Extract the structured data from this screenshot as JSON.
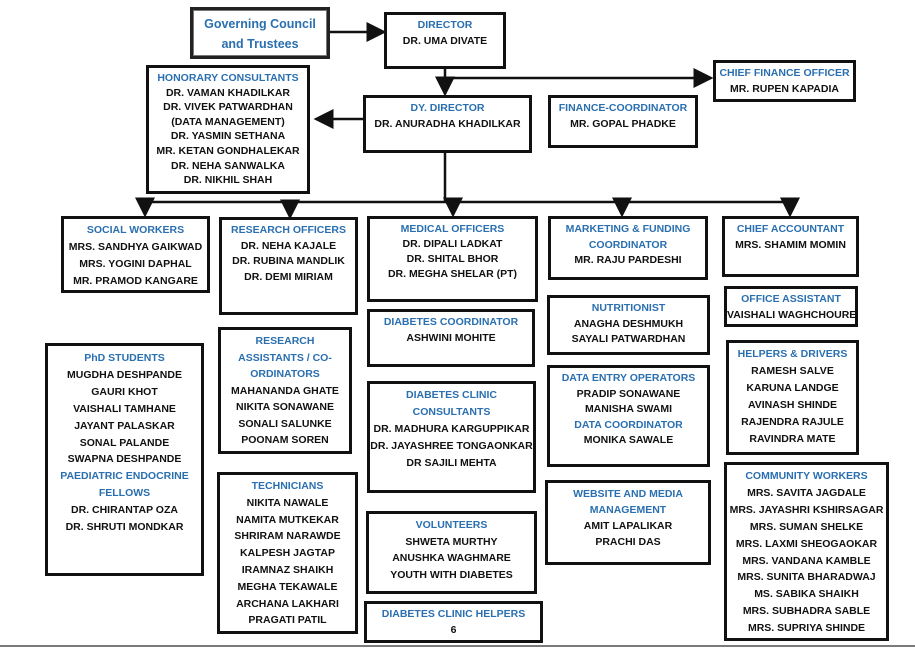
{
  "governing": {
    "title": [
      "Governing Council",
      "and Trustees"
    ]
  },
  "director": {
    "title": "DIRECTOR",
    "names": [
      "DR. UMA DIVATE"
    ]
  },
  "honorary": {
    "title": "HONORARY CONSULTANTS",
    "names": [
      "DR. VAMAN KHADILKAR",
      "DR. VIVEK PATWARDHAN",
      "(DATA MANAGEMENT)",
      "DR. YASMIN   SETHANA",
      "MR. KETAN GONDHALEKAR",
      "DR. NEHA SANWALKA",
      "DR. NIKHIL SHAH"
    ]
  },
  "dy_director": {
    "title": "DY. DIRECTOR",
    "names": [
      "DR. ANURADHA KHADILKAR"
    ]
  },
  "finance_coord": {
    "title": "FINANCE-COORDINATOR",
    "names": [
      "MR. GOPAL PHADKE"
    ]
  },
  "cfo": {
    "title": "CHIEF FINANCE OFFICER",
    "names": [
      "MR. RUPEN KAPADIA"
    ]
  },
  "social_workers": {
    "title": "SOCIAL WORKERS",
    "names": [
      "MRS. SANDHYA GAIKWAD",
      "MRS. YOGINI DAPHAL",
      "MR. PRAMOD KANGARE"
    ]
  },
  "research_officers": {
    "title": "RESEARCH OFFICERS",
    "names": [
      "DR. NEHA KAJALE",
      "DR. RUBINA MANDLIK",
      "DR. DEMI MIRIAM"
    ]
  },
  "medical_officers": {
    "title": "MEDICAL OFFICERS",
    "names": [
      "DR. DIPALI LADKAT",
      "DR. SHITAL BHOR",
      "DR. MEGHA SHELAR (PT)"
    ]
  },
  "marketing": {
    "title": [
      "MARKETING & FUNDING",
      "COORDINATOR"
    ],
    "names": [
      "MR. RAJU PARDESHI"
    ]
  },
  "chief_accountant": {
    "title": "CHIEF ACCOUNTANT",
    "names": [
      "MRS. SHAMIM MOMIN"
    ]
  },
  "diabetes_coord": {
    "title": "DIABETES COORDINATOR",
    "names": [
      "ASHWINI MOHITE"
    ]
  },
  "nutritionist": {
    "title": "NUTRITIONIST",
    "names": [
      "ANAGHA DESHMUKH",
      "SAYALI PATWARDHAN"
    ]
  },
  "office_assistant": {
    "title": "OFFICE ASSISTANT",
    "names": [
      "VAISHALI WAGHCHOURE"
    ]
  },
  "research_assistants": {
    "title": [
      "RESEARCH",
      "ASSISTANTS / CO-",
      "ORDINATORS"
    ],
    "names": [
      "MAHANANDA GHATE",
      "NIKITA SONAWANE",
      "SONALI SALUNKE",
      "POONAM SOREN"
    ]
  },
  "phd": {
    "title": "PhD STUDENTS",
    "names": [
      "MUGDHA DESHPANDE",
      "GAURI KHOT",
      "VAISHALI TAMHANE",
      "JAYANT PALASKAR",
      "SONAL PALANDE",
      "SWAPNA DESHPANDE"
    ],
    "title2": [
      "PAEDIATRIC ENDOCRINE",
      "FELLOWS"
    ],
    "names2": [
      "DR. CHIRANTAP OZA",
      "DR. SHRUTI MONDKAR"
    ]
  },
  "clinic_consultants": {
    "title": [
      "DIABETES CLINIC",
      "CONSULTANTS"
    ],
    "names": [
      "DR. MADHURA KARGUPPIKAR",
      "DR. JAYASHREE TONGAONKAR",
      "DR SAJILI MEHTA"
    ]
  },
  "data_entry": {
    "title": "DATA ENTRY OPERATORS",
    "names": [
      "PRADIP SONAWANE",
      "MANISHA SWAMI"
    ],
    "title2": "DATA COORDINATOR",
    "names2": [
      "MONIKA SAWALE"
    ]
  },
  "helpers_drivers": {
    "title": "HELPERS & DRIVERS",
    "names": [
      "RAMESH SALVE",
      "KARUNA LANDGE",
      "AVINASH SHINDE",
      "RAJENDRA RAJULE",
      "RAVINDRA MATE"
    ]
  },
  "technicians": {
    "title": "TECHNICIANS",
    "names": [
      "NIKITA NAWALE",
      "NAMITA MUTKEKAR",
      "SHRIRAM NARAWDE",
      "KALPESH JAGTAP",
      "IRAMNAZ SHAIKH",
      "MEGHA TEKAWALE",
      "ARCHANA LAKHARI",
      "PRAGATI PATIL"
    ]
  },
  "website": {
    "title": [
      "WEBSITE AND MEDIA",
      "MANAGEMENT"
    ],
    "names": [
      "AMIT LAPALIKAR",
      "PRACHI DAS"
    ]
  },
  "volunteers": {
    "title": "VOLUNTEERS",
    "names": [
      "SHWETA MURTHY",
      "ANUSHKA WAGHMARE",
      "YOUTH WITH DIABETES"
    ]
  },
  "community": {
    "title": "COMMUNITY WORKERS",
    "names": [
      "MRS. SAVITA JAGDALE",
      "MRS. JAYASHRI KSHIRSAGAR",
      "MRS. SUMAN SHELKE",
      "MRS. LAXMI SHEOGAOKAR",
      "MRS. VANDANA KAMBLE",
      "MRS. SUNITA BHARADWAJ",
      "MS. SABIKA SHAIKH",
      "MRS. SUBHADRA SABLE",
      "MRS. SUPRIYA SHINDE"
    ]
  },
  "clinic_helpers": {
    "title": "DIABETES CLINIC HELPERS",
    "names": [
      "6"
    ]
  }
}
